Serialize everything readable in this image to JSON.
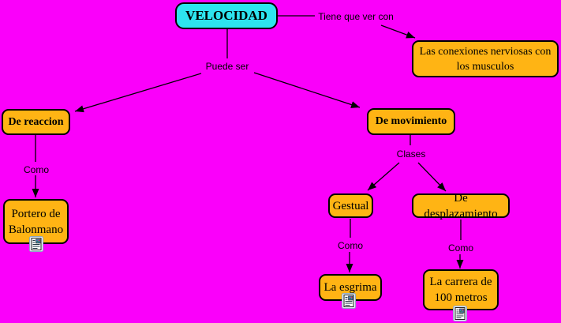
{
  "colors": {
    "background": "#FA00FA",
    "node_fill": "#FFB414",
    "node_border": "#000000",
    "root_fill": "#2DE4EE",
    "line": "#000000",
    "text": "#000000"
  },
  "nodes": {
    "velocidad": {
      "label": "VELOCIDAD"
    },
    "conexiones": {
      "lines": [
        "Las conexiones nerviosas con",
        "los musculos"
      ]
    },
    "de_reaccion": {
      "label": "De reaccion"
    },
    "de_movimiento": {
      "label": "De movimiento"
    },
    "portero": {
      "lines": [
        "Portero de",
        "Balonmano"
      ]
    },
    "gestual": {
      "label": "Gestual"
    },
    "desplazamiento": {
      "label": "De desplazamiento"
    },
    "esgrima": {
      "label": "La esgrima"
    },
    "carrera": {
      "lines": [
        "La carrera de",
        "100 metros"
      ]
    }
  },
  "links": {
    "tiene_que_ver_con": {
      "label": "Tiene que ver con"
    },
    "puede_ser": {
      "label": "Puede ser"
    },
    "como_reaccion": {
      "label": "Como"
    },
    "clases": {
      "label": "Clases"
    },
    "como_gestual": {
      "label": "Como"
    },
    "como_desplazamiento": {
      "label": "Como"
    }
  },
  "icons": {
    "resource": "document-with-image-resource-icon"
  }
}
